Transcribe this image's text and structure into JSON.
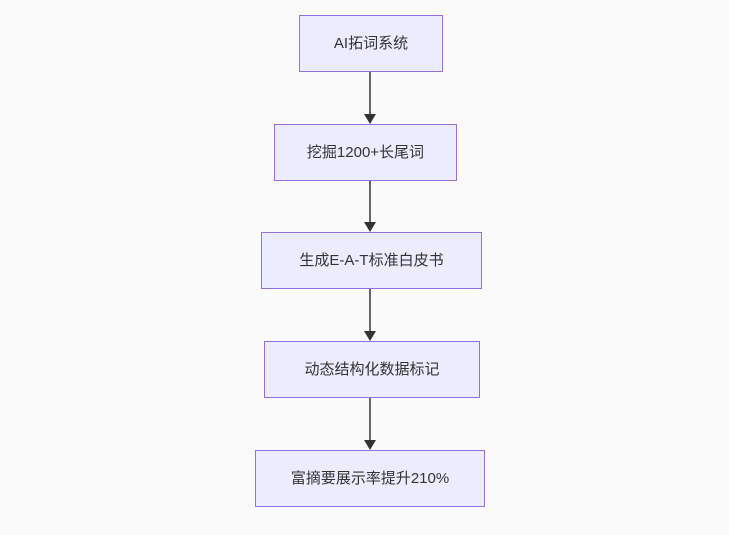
{
  "flowchart": {
    "type": "vertical-flowchart",
    "nodes": [
      {
        "id": "node-1",
        "label": "AI拓词系统"
      },
      {
        "id": "node-2",
        "label": "挖掘1200+长尾词"
      },
      {
        "id": "node-3",
        "label": "生成E-A-T标准白皮书"
      },
      {
        "id": "node-4",
        "label": "动态结构化数据标记"
      },
      {
        "id": "node-5",
        "label": "富摘要展示率提升210%"
      }
    ],
    "edges": [
      {
        "from": "node-1",
        "to": "node-2"
      },
      {
        "from": "node-2",
        "to": "node-3"
      },
      {
        "from": "node-3",
        "to": "node-4"
      },
      {
        "from": "node-4",
        "to": "node-5"
      }
    ],
    "colors": {
      "background": "#fafafa",
      "node_fill": "#ECECFF",
      "node_border": "#9370DB",
      "node_text": "#333333",
      "arrow_line": "#666666",
      "arrow_head": "#333333"
    }
  }
}
